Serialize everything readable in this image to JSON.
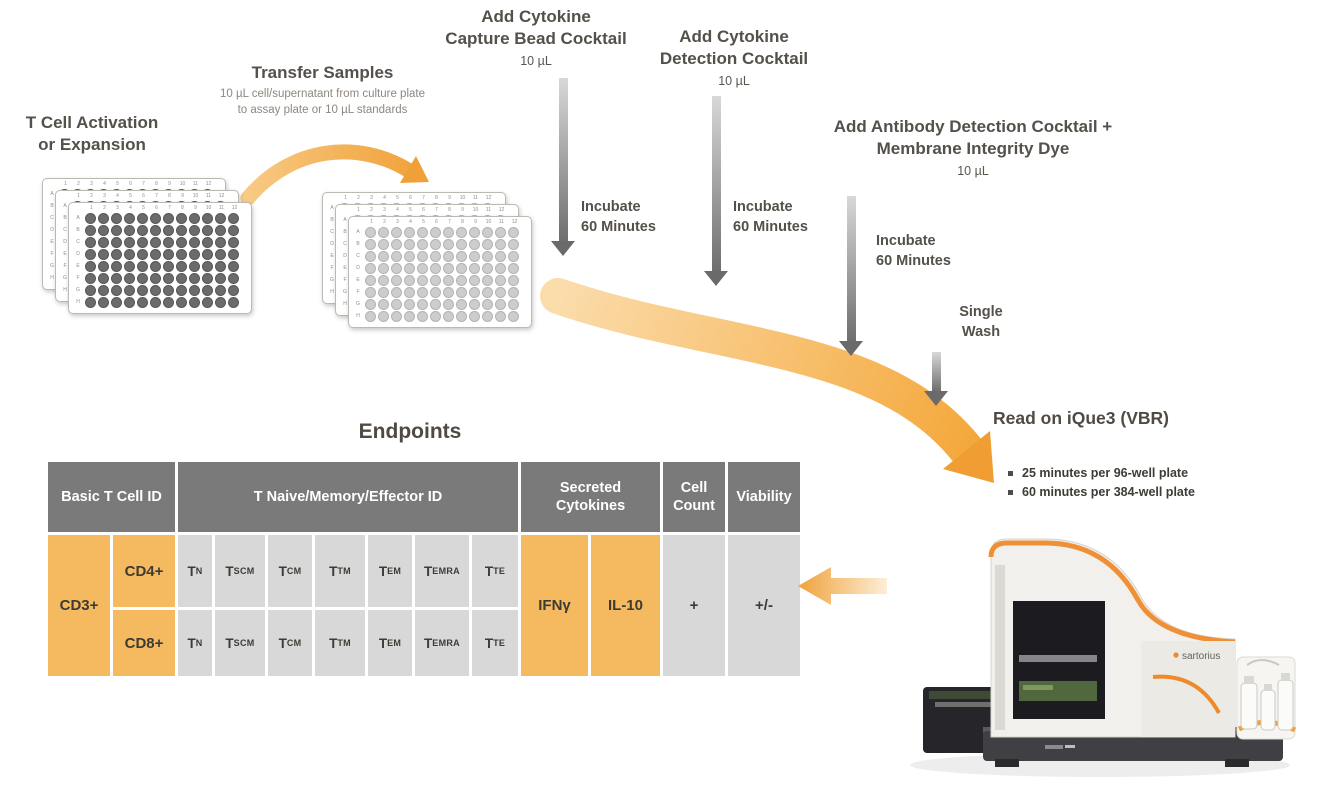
{
  "steps": {
    "activation": {
      "line1": "T Cell Activation",
      "line2": "or Expansion"
    },
    "transfer": {
      "title": "Transfer Samples",
      "sub1": "10 µL cell/supernatant from culture plate",
      "sub2": "to assay plate or 10 µL standards"
    },
    "capture": {
      "line1": "Add Cytokine",
      "line2": "Capture Bead Cocktail",
      "volume": "10 µL"
    },
    "detection": {
      "line1": "Add Cytokine",
      "line2": "Detection Cocktail",
      "volume": "10 µL"
    },
    "antibody": {
      "line1": "Add Antibody Detection Cocktail +",
      "line2": "Membrane Integrity Dye",
      "volume": "10 µL"
    },
    "incubate": {
      "line1": "Incubate",
      "line2": "60 Minutes"
    },
    "single_wash": {
      "line1": "Single",
      "line2": "Wash"
    },
    "read": {
      "title": "Read on iQue3 (VBR)",
      "bullets": [
        "25 minutes per 96-well plate",
        "60 minutes per 384-well plate"
      ]
    }
  },
  "endpoints": {
    "title": "Endpoints",
    "headers": {
      "basic": "Basic T Cell ID",
      "naive": "T Naive/Memory/Effector ID",
      "secreted": "Secreted Cytokines",
      "count": "Cell Count",
      "viability": "Viability"
    },
    "row_labels": {
      "cd3": "CD3+",
      "cd4": "CD4+",
      "cd8": "CD8+"
    },
    "t_prefix": "T",
    "subsets": [
      "N",
      "SCM",
      "CM",
      "TM",
      "EM",
      "EMRA",
      "TE"
    ],
    "cytokines": [
      "IFNγ",
      "IL-10"
    ],
    "cell_count": "+",
    "viability": "+/-"
  },
  "instrument": {
    "brand": "sartorius"
  },
  "plate": {
    "col_labels": [
      "1",
      "2",
      "3",
      "4",
      "5",
      "6",
      "7",
      "8",
      "9",
      "10",
      "11",
      "12"
    ],
    "row_labels": [
      "A",
      "B",
      "C",
      "D",
      "E",
      "F",
      "G",
      "H"
    ]
  },
  "colors": {
    "accent_orange": "#f1a33c",
    "table_orange": "#f5ba60",
    "table_gray": "#d8d8d8",
    "header_gray": "#7a7a7a",
    "arrow_gray": "#6e6e6e",
    "text_dark": "#54504a"
  }
}
